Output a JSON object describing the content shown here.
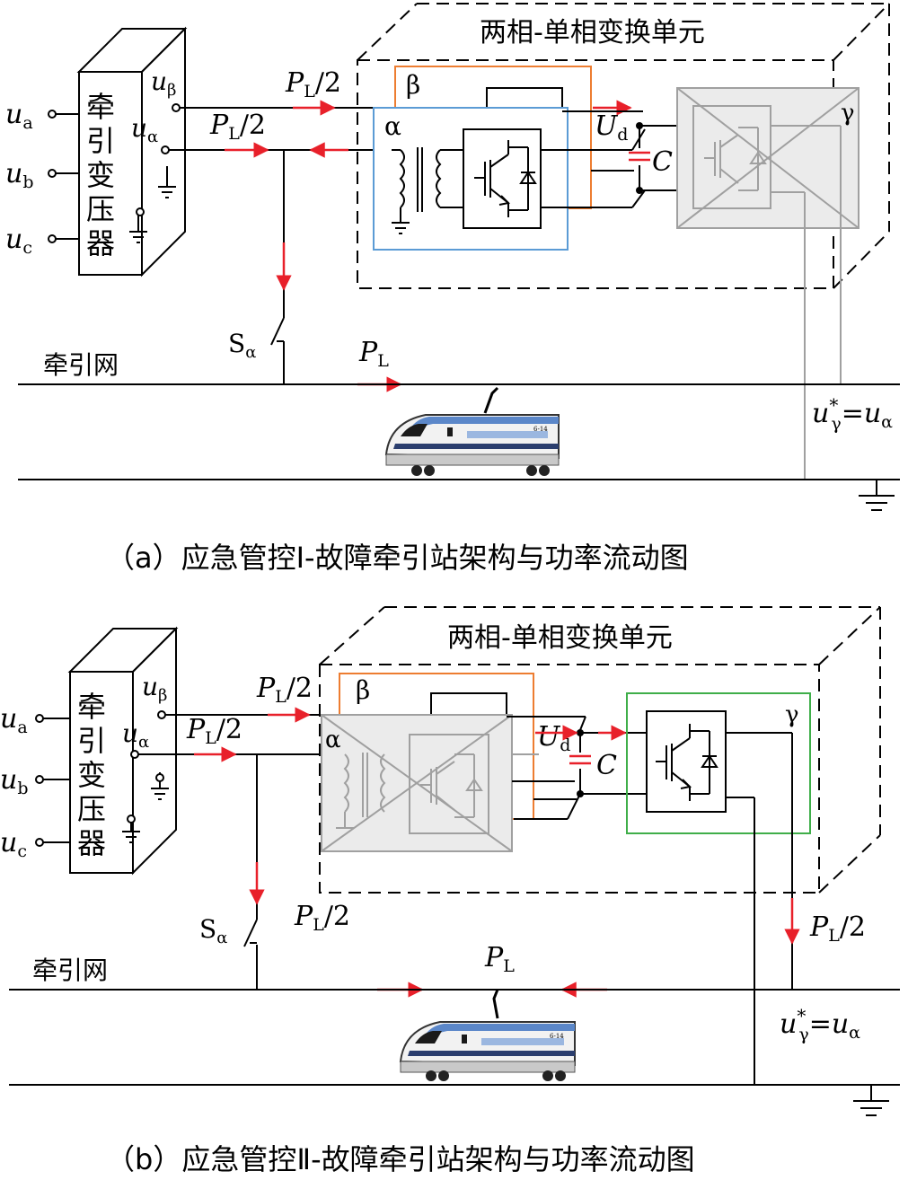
{
  "panel_a": {
    "caption": "（a）应急管控Ⅰ-故障牵引站架构与功率流动图",
    "unit_title": "两相-单相变换单元",
    "transformer_label": [
      "牵",
      "引",
      "变",
      "压",
      "器"
    ],
    "grid_label": "牵引网",
    "switch": {
      "main": "S",
      "sub": "α"
    },
    "inputs": [
      {
        "main": "u",
        "sub": "a"
      },
      {
        "main": "u",
        "sub": "b"
      },
      {
        "main": "u",
        "sub": "c"
      }
    ],
    "port_beta": {
      "main": "u",
      "sub": "β"
    },
    "port_alpha": {
      "main": "u",
      "sub": "α"
    },
    "flow_beta": {
      "main": "P",
      "sub": "L",
      "suffix": "/2"
    },
    "flow_alpha": {
      "main": "P",
      "sub": "L",
      "suffix": "/2"
    },
    "flow_grid": {
      "main": "P",
      "sub": "L"
    },
    "udc": {
      "main": "U",
      "sub": "d"
    },
    "cap": "C",
    "leg_alpha": "α",
    "leg_beta": "β",
    "leg_gamma": "γ",
    "ref": {
      "u": "u",
      "star": "*",
      "gamma": "γ",
      "eq": "=",
      "u2": "u",
      "alpha": "α"
    },
    "train_code": "6-14",
    "colors": {
      "alpha_box": "#5b9bd5",
      "beta_box": "#ed7d31",
      "arrow": "#e8202a",
      "fault_fill": "#ebebeb",
      "lines": "#000000"
    }
  },
  "panel_b": {
    "caption": "（b）应急管控Ⅱ-故障牵引站架构与功率流动图",
    "unit_title": "两相-单相变换单元",
    "transformer_label": [
      "牵",
      "引",
      "变",
      "压",
      "器"
    ],
    "grid_label": "牵引网",
    "switch": {
      "main": "S",
      "sub": "α"
    },
    "inputs": [
      {
        "main": "u",
        "sub": "a"
      },
      {
        "main": "u",
        "sub": "b"
      },
      {
        "main": "u",
        "sub": "c"
      }
    ],
    "port_beta": {
      "main": "u",
      "sub": "β"
    },
    "port_alpha": {
      "main": "u",
      "sub": "α"
    },
    "flow_beta": {
      "main": "P",
      "sub": "L",
      "suffix": "/2"
    },
    "flow_alpha": {
      "main": "P",
      "sub": "L",
      "suffix": "/2"
    },
    "flow_switch": {
      "main": "P",
      "sub": "L",
      "suffix": "/2"
    },
    "flow_gamma": {
      "main": "P",
      "sub": "L",
      "suffix": "/2"
    },
    "flow_grid": {
      "main": "P",
      "sub": "L"
    },
    "udc": {
      "main": "U",
      "sub": "d"
    },
    "cap": "C",
    "leg_alpha": "α",
    "leg_beta": "β",
    "leg_gamma": "γ",
    "ref": {
      "u": "u",
      "star": "*",
      "gamma": "γ",
      "eq": "=",
      "u2": "u",
      "alpha": "α"
    },
    "train_code": "6-14",
    "colors": {
      "gamma_box": "#3fae49",
      "beta_box": "#ed7d31",
      "arrow": "#e8202a",
      "fault_fill": "#ebebeb",
      "lines": "#000000"
    }
  }
}
